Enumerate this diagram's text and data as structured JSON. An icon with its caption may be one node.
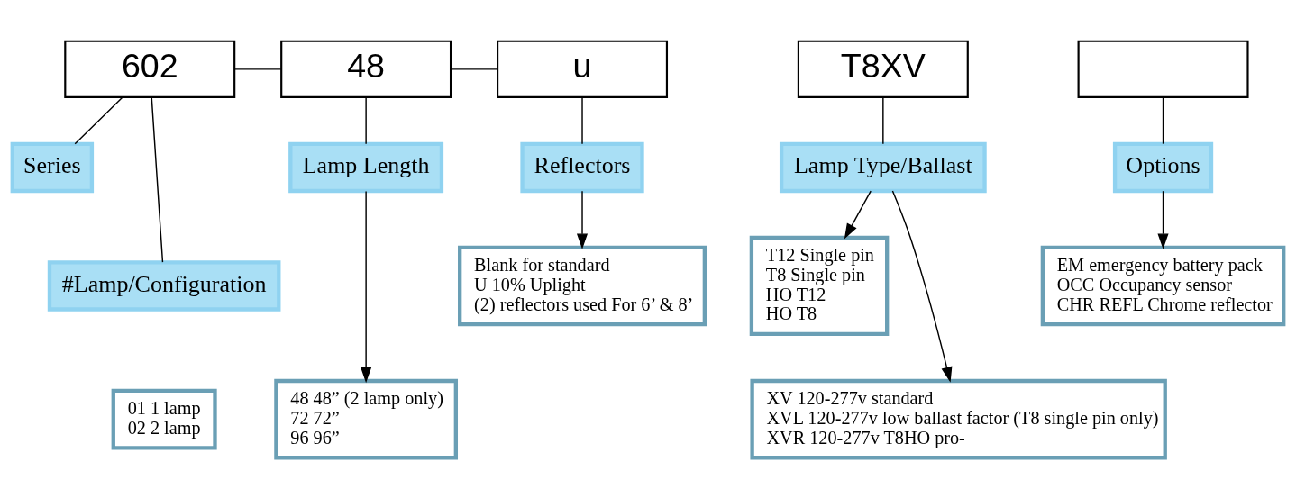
{
  "diagram": {
    "nodes": [
      {
        "text": [
          "602"
        ]
      },
      {
        "text": [
          "48"
        ]
      },
      {
        "text": [
          "u"
        ]
      },
      {
        "text": [
          "T8XV"
        ]
      },
      {
        "text": [],
        "shape": "box"
      },
      {
        "text": [
          "Series"
        ]
      },
      {
        "text": [
          "Lamp Length"
        ]
      },
      {
        "text": [
          "Reflectors"
        ]
      },
      {
        "text": [
          "Lamp Type/Ballast"
        ]
      },
      {
        "text": [
          "Options"
        ]
      },
      {
        "text": [
          "#Lamp/Configuration"
        ]
      },
      {
        "text": [
          "01 1 lamp",
          "02 2 lamp"
        ]
      },
      {
        "text": [
          "Blank for standard",
          "U 10% Uplight",
          "(2) reflectors used For 6’ & 8’"
        ]
      },
      {
        "text": [
          "T12 Single pin",
          "T8 Single pin",
          "HO T12",
          "HO T8"
        ]
      },
      {
        "text": [
          "EM emergency battery pack",
          "OCC Occupancy sensor",
          "CHR REFL Chrome reflector"
        ]
      },
      {
        "text": [
          "48 48” (2 lamp only)",
          "72 72”",
          "96 96”"
        ]
      },
      {
        "text": [
          "XV 120-277v standard",
          "XVL 120-277v low ballast factor (T8 single pin only)",
          "XVR 120-277v T8HO pro-"
        ]
      }
    ],
    "edges": [
      {
        "from": 0,
        "to": 1,
        "arrow": "none"
      },
      {
        "from": 1,
        "to": 2,
        "arrow": "none"
      },
      {
        "from": 0,
        "to": 5,
        "arrow": "none"
      },
      {
        "from": 0,
        "to": 10,
        "arrow": "none"
      },
      {
        "from": 1,
        "to": 6,
        "arrow": "none"
      },
      {
        "from": 2,
        "to": 7,
        "arrow": "none"
      },
      {
        "from": 3,
        "to": 8,
        "arrow": "none"
      },
      {
        "from": 4,
        "to": 9,
        "arrow": "none"
      },
      {
        "from": 6,
        "to": 15,
        "arrow": "to"
      },
      {
        "from": 7,
        "to": 12,
        "arrow": "to"
      },
      {
        "from": 8,
        "to": 13,
        "arrow": "to"
      },
      {
        "from": 8,
        "to": 16,
        "arrow": "to"
      },
      {
        "from": 9,
        "to": 14,
        "arrow": "to"
      }
    ]
  }
}
